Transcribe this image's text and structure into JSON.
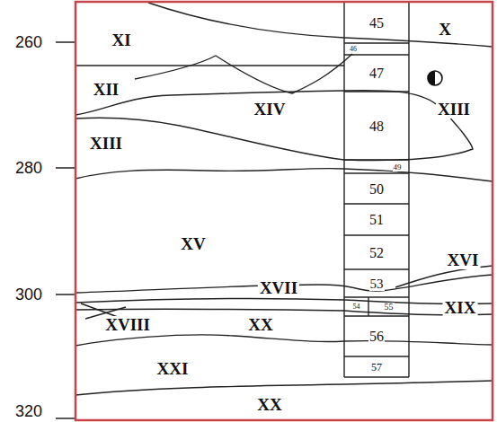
{
  "diagram": {
    "nodes": [
      {
        "text": [
          "45"
        ]
      },
      {
        "text": [
          "46"
        ]
      },
      {
        "text": [
          "47"
        ]
      },
      {
        "text": [
          "48"
        ]
      },
      {
        "text": [
          "49"
        ]
      },
      {
        "text": [
          "50"
        ]
      },
      {
        "text": [
          "51"
        ]
      },
      {
        "text": [
          "52"
        ]
      },
      {
        "text": [
          "53"
        ]
      },
      {
        "text": [
          "54"
        ]
      },
      {
        "text": [
          "55"
        ]
      },
      {
        "text": [
          "56"
        ]
      },
      {
        "text": [
          "57"
        ]
      }
    ],
    "labels": [
      "260",
      "280",
      "300",
      "320",
      "XI",
      "X",
      "XII",
      "XIII",
      "XIV",
      "XIII",
      "XV",
      "XVI",
      "XVII",
      "XVIII",
      "XX",
      "XIX",
      "XXI",
      "XX"
    ]
  }
}
